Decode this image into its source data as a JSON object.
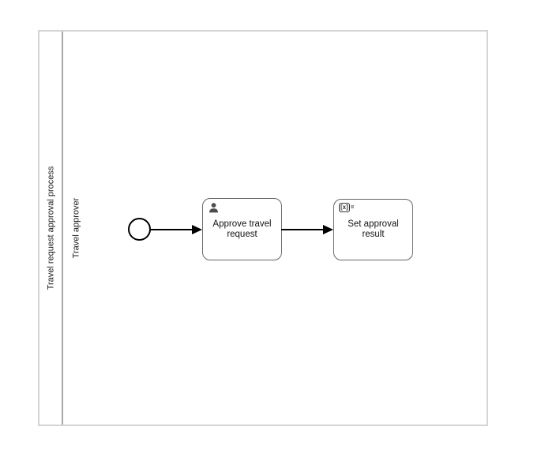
{
  "pool": {
    "label": "Travel request approval process"
  },
  "lane": {
    "label": "Travel approver"
  },
  "tasks": {
    "approve": {
      "label": "Approve travel request",
      "icon": "user-icon"
    },
    "set_result": {
      "label": "Set approval result",
      "icon": "expression-icon",
      "marker_box": "[x]",
      "marker_suffix": "="
    }
  },
  "flows": {
    "start_to_approve": "sequence-flow",
    "approve_to_set_result": "sequence-flow"
  },
  "colors": {
    "background": "#ffffff",
    "pool_frame": "#d4d4d4",
    "pool_divider": "#a6a6a6",
    "task_border": "#666666",
    "flow_stroke": "#000000",
    "event_stroke": "#000000",
    "icon_fill": "#4d4d4d",
    "text": "#111111"
  }
}
